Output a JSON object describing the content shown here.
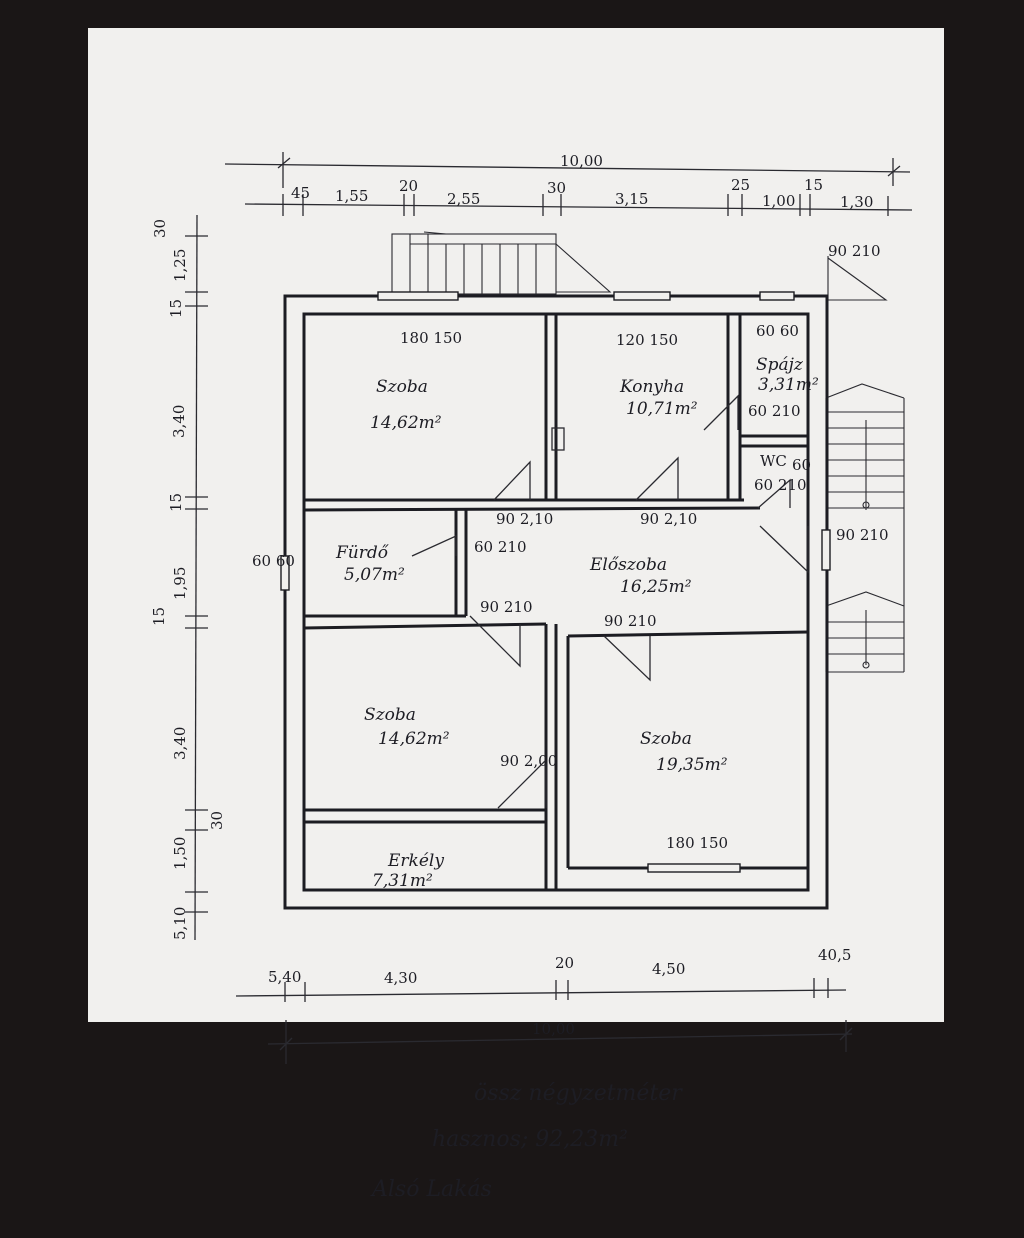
{
  "colors": {
    "background": "#1a1616",
    "paper": "#f1f0ee",
    "ink": "#1c1c22"
  },
  "dimensions": {
    "top_total": "10,00",
    "top_segments": [
      "45",
      "1,55",
      "20",
      "2,55",
      "30",
      "3,15",
      "25",
      "1,00",
      "15",
      "1,30"
    ],
    "bottom_segments": [
      "5,40",
      "4,30",
      "20",
      "4,50",
      "40,5"
    ],
    "bottom_total": "10,00",
    "left_segments": [
      "30",
      "1,25",
      "15",
      "3,40",
      "15",
      "1,95",
      "15",
      "3,40",
      "30",
      "1,50",
      "5,10"
    ]
  },
  "openings": {
    "w_szoba_top": "180 150",
    "w_konyha_top": "120 150",
    "w_spajz_top": "60 60",
    "d_konyha_spajz": "60 210",
    "d_wc": "60 210",
    "wc_label": "WC",
    "wc_window": "60",
    "d_szoba_top": "90 2,10",
    "d_konyha": "90 2,10",
    "d_furdo": "60 210",
    "w_furdo": "60 60",
    "d_furdo_low": "90 210",
    "d_szoba2": "90 210",
    "d_entry": "90 210",
    "d_erkely": "90 2,00",
    "w_szoba3": "180 150",
    "d_stair_top": "90 210"
  },
  "rooms": {
    "szoba1": {
      "name": "Szoba",
      "area": "14,62m²"
    },
    "konyha": {
      "name": "Konyha",
      "area": "10,71m²"
    },
    "spajz": {
      "name": "Spájz",
      "area": "3,31m²"
    },
    "furdo": {
      "name": "Fürdő",
      "area": "5,07m²"
    },
    "eloszoba": {
      "name": "Előszoba",
      "area": "16,25m²"
    },
    "szoba2": {
      "name": "Szoba",
      "area": "14,62m²"
    },
    "szoba3": {
      "name": "Szoba",
      "area": "19,35m²"
    },
    "erkely": {
      "name": "Erkély",
      "area": "7,31m²"
    }
  },
  "notes": {
    "line1": "össz négyzetméter",
    "line2": "hasznos; 92,23m²",
    "line3": "Alsó Lakás"
  }
}
